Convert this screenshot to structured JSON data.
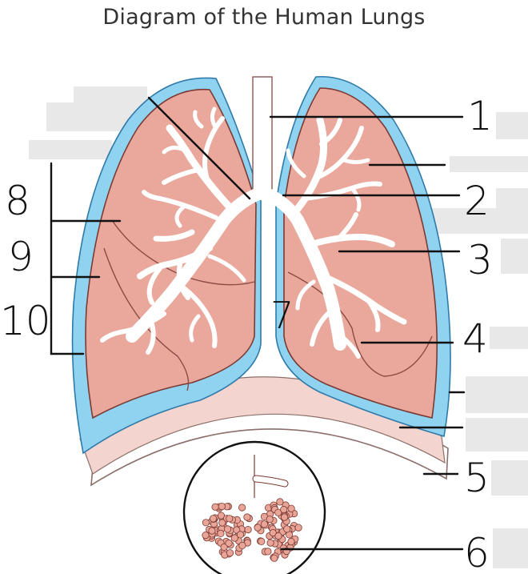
{
  "title": "Diagram of the Human Lungs",
  "labels": {
    "n1": "1",
    "n2": "2",
    "n3": "3",
    "n4": "4",
    "n5": "5",
    "n6": "6",
    "n7": "7",
    "n8": "8",
    "n9": "9",
    "n10": "10"
  },
  "colors": {
    "pleura": "#8fd3f0",
    "lung": "#eaa89c",
    "lung_outline": "#7b3a33",
    "diaphragm": "#f4d4cf",
    "airway": "#ffffff",
    "alveoli": "#e9a598"
  }
}
